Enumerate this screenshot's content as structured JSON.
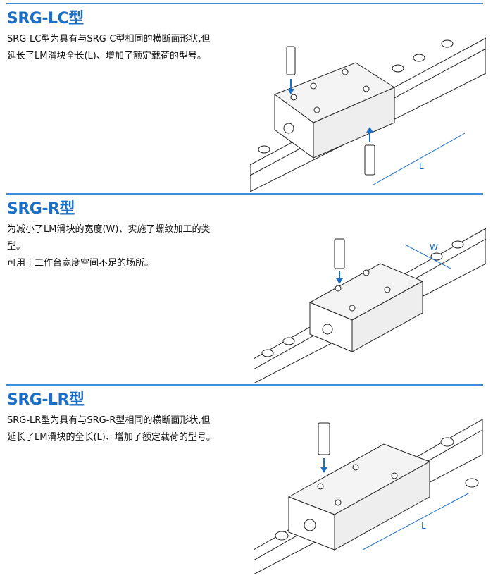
{
  "sections": [
    {
      "title": "SRG-LC型",
      "lines": [
        "SRG-LC型为具有与SRG-C型相同的横断面形状,但",
        "延长了LM滑块全长(L)、增加了额定载荷的型号。"
      ],
      "dimension_label": "L"
    },
    {
      "title": "SRG-R型",
      "lines": [
        "为减小了LM滑块的宽度(W)、实施了螺纹加工的类",
        "型。",
        "可用于工作台宽度空间不足的场所。"
      ],
      "dimension_label": "W"
    },
    {
      "title": "SRG-LR型",
      "lines": [
        "SRG-LR型为具有与SRG-R型相同的横断面形状,但",
        "延长了LM滑块的全长(L)、增加了额定载荷的型号。"
      ],
      "dimension_label": "L"
    }
  ],
  "colors": {
    "accent": "#1c6fc6",
    "rule": "#3c8fdc"
  }
}
